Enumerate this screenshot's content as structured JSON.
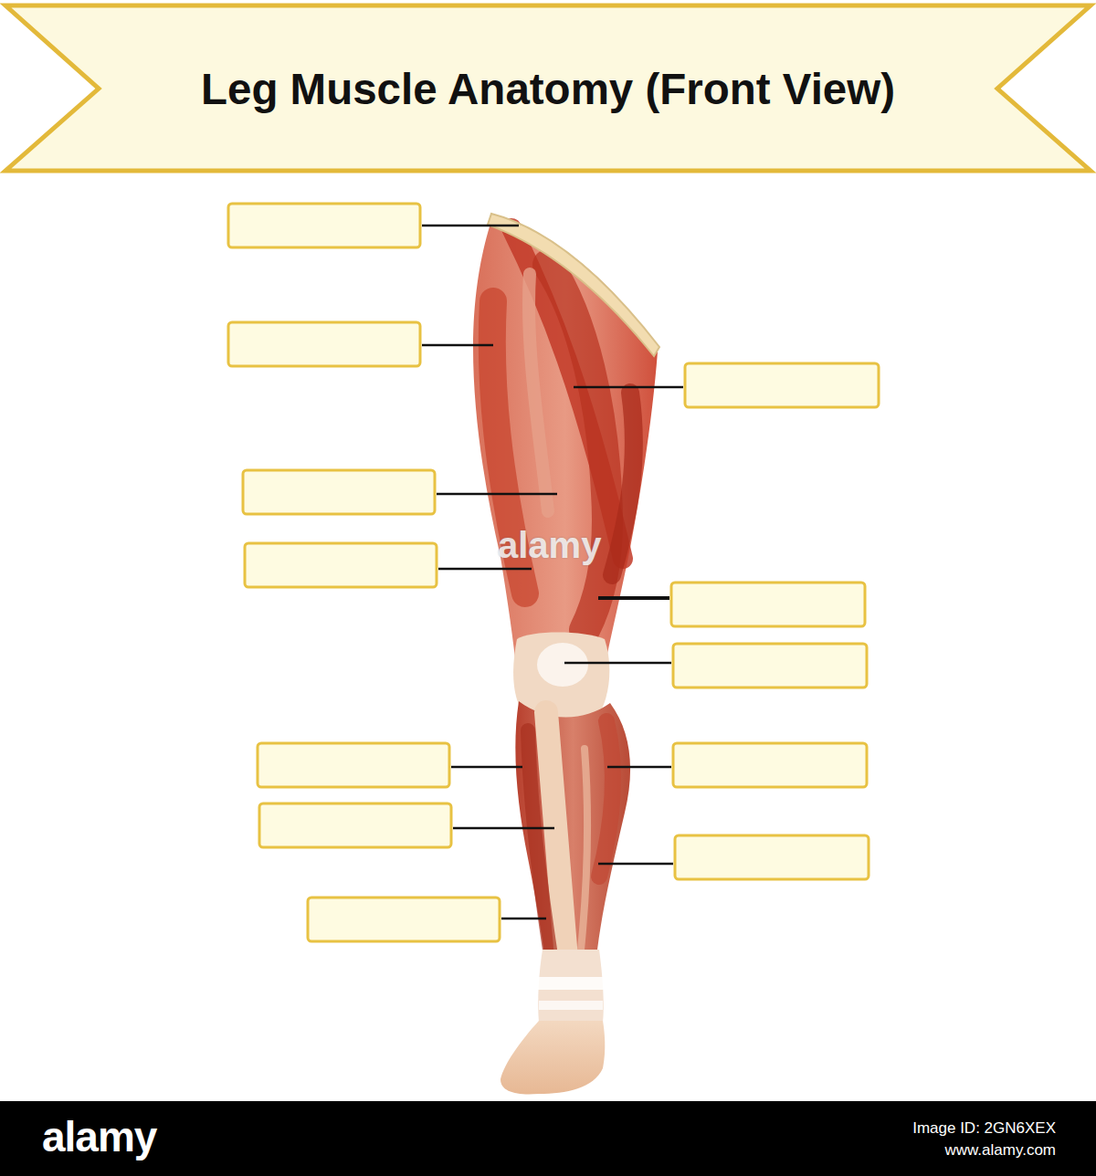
{
  "diagram": {
    "title": "Leg Muscle Anatomy (Front View)",
    "labels": [
      "alamy",
      "alamy",
      "Image ID: 2GN6XEX",
      "www.alamy.com"
    ]
  }
}
